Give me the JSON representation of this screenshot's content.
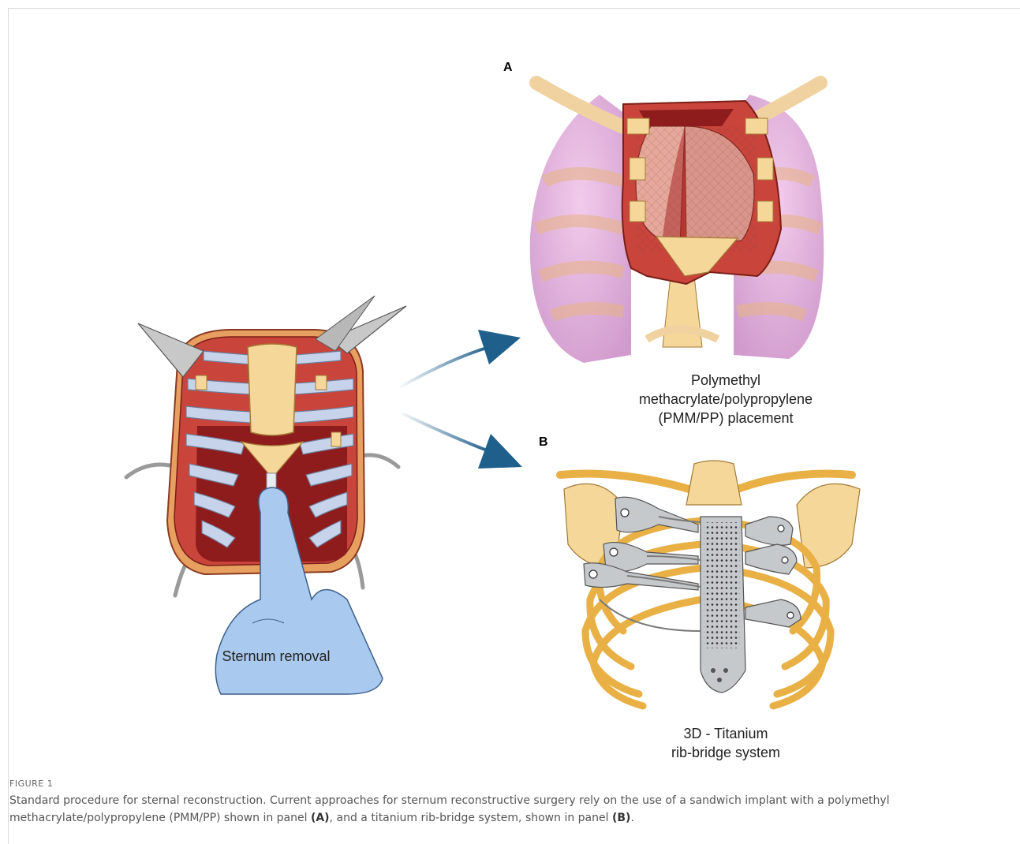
{
  "panels": {
    "a_letter": "A",
    "b_letter": "B"
  },
  "labels": {
    "sternum_removal": "Sternum removal",
    "pmm_line1": "Polymethyl",
    "pmm_line2": "methacrylate/polypropylene",
    "pmm_line3": "(PMM/PP) placement",
    "ti_line1": "3D - Titanium",
    "ti_line2": "rib-bridge system"
  },
  "figure": {
    "number": "FIGURE 1",
    "caption_start": "Standard procedure for sternal reconstruction. Current approaches for sternum reconstructive surgery rely on the use of a sandwich implant with a polymethyl methacrylate/polypropylene (PMM/PP) shown in panel ",
    "caption_ref_a": "(A)",
    "caption_mid": ", and a titanium rib-bridge system, shown in panel ",
    "caption_ref_b": "(B)",
    "caption_end": "."
  },
  "colors": {
    "arrow": "#1f5f8b",
    "muscle": "#c9443b",
    "cavity": "#8e1c1c",
    "bone": "#f5d79a",
    "rib_gold": "#e8b045",
    "lung": "#e2a6d8",
    "glove": "#a9c9ee",
    "titanium": "#c6c9cc"
  },
  "icons": {
    "arrow_a": "arrow-up-right",
    "arrow_b": "arrow-down-right"
  }
}
